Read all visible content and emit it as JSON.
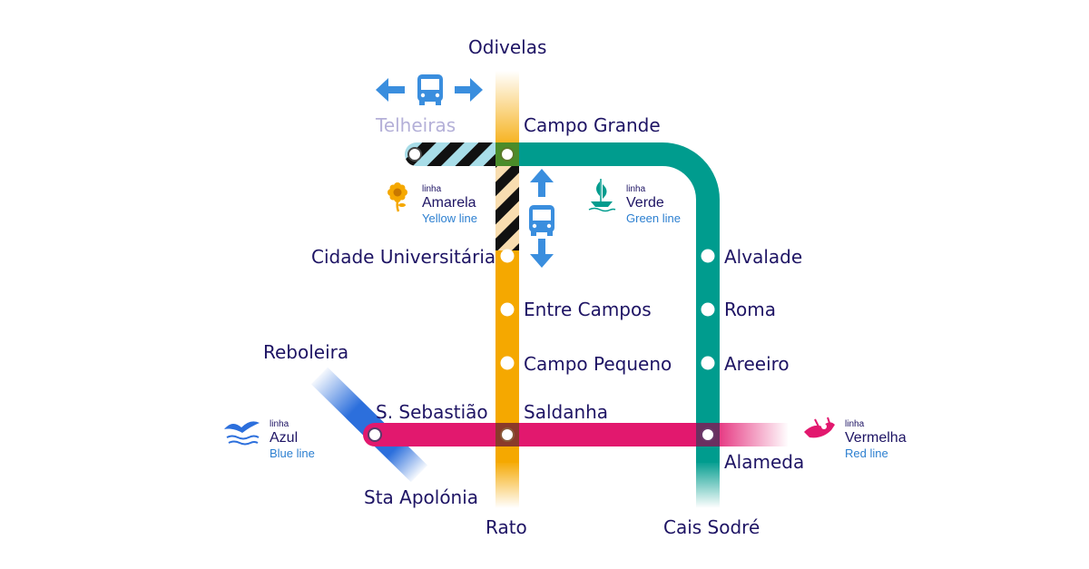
{
  "colors": {
    "yellow": "#f5a800",
    "green": "#009c8e",
    "red": "#e2186e",
    "blue": "#2c6fdc",
    "text": "#1e1464",
    "station_border": "#8a6a3a",
    "bus": "#3a8ede",
    "telheiras_stripe": "#a8dde8",
    "interchange_stripe": "#f8ddb0"
  },
  "stations": {
    "odivelas": "Odivelas",
    "telheiras": "Telheiras",
    "campo_grande": "Campo Grande",
    "cidade_universitaria": "Cidade Universitária",
    "entre_campos": "Entre Campos",
    "campo_pequeno": "Campo Pequeno",
    "saldanha": "Saldanha",
    "rato": "Rato",
    "alvalade": "Alvalade",
    "roma": "Roma",
    "areeiro": "Areeiro",
    "alameda": "Alameda",
    "cais_sodre": "Cais Sodré",
    "reboleira": "Reboleira",
    "s_sebastiao": "S. Sebastião",
    "sta_apolonia": "Sta Apolónia"
  },
  "legend": {
    "yellow": {
      "prefix": "linha",
      "name": "Amarela",
      "english": "Yellow line",
      "icon": "sunflower-icon"
    },
    "green": {
      "prefix": "linha",
      "name": "Verde",
      "english": "Green line",
      "icon": "caravel-icon"
    },
    "blue": {
      "prefix": "linha",
      "name": "Azul",
      "english": "Blue line",
      "icon": "seagull-icon"
    },
    "red": {
      "prefix": "linha",
      "name": "Vermelha",
      "english": "Red line",
      "icon": "ship-icon"
    }
  },
  "icons": {
    "bus_top": "bus-icon",
    "bus_side": "bus-icon",
    "arrows": [
      "arrow-left-icon",
      "arrow-right-icon",
      "arrow-up-icon",
      "arrow-down-icon"
    ]
  }
}
